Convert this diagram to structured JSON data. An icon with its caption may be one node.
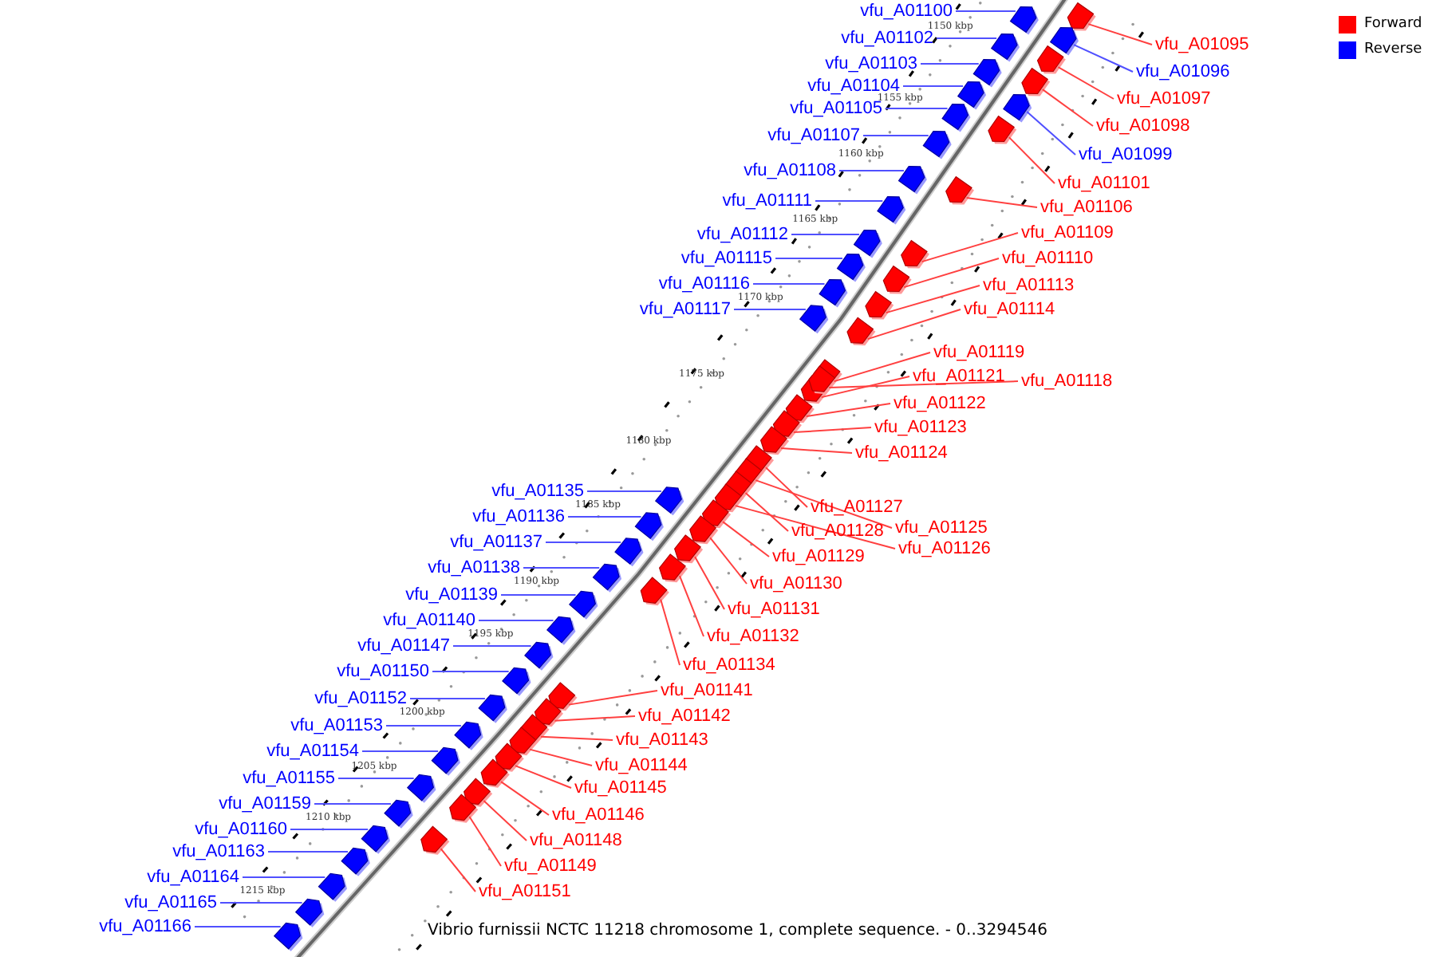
{
  "diagram": {
    "caption": "Vibrio furnissii NCTC 11218 chromosome 1, complete sequence. - 0..3294546",
    "nodes": [
      {
        "text": [
          "vfu_A01100"
        ]
      },
      {
        "text": [
          "vfu_A01102"
        ]
      },
      {
        "text": [
          "vfu_A01095"
        ]
      },
      {
        "text": [
          "vfu_A01103"
        ]
      },
      {
        "text": [
          "vfu_A01096"
        ]
      },
      {
        "text": [
          "vfu_A01104"
        ]
      },
      {
        "text": [
          "vfu_A01097"
        ]
      },
      {
        "text": [
          "vfu_A01105"
        ]
      },
      {
        "text": [
          "vfu_A01098"
        ]
      },
      {
        "text": [
          "vfu_A01107"
        ]
      },
      {
        "text": [
          "vfu_A01099"
        ]
      },
      {
        "text": [
          "vfu_A01108"
        ]
      },
      {
        "text": [
          "vfu_A01101"
        ]
      },
      {
        "text": [
          "vfu_A01111"
        ]
      },
      {
        "text": [
          "vfu_A01106"
        ]
      },
      {
        "text": [
          "vfu_A01109"
        ]
      },
      {
        "text": [
          "vfu_A01112"
        ]
      },
      {
        "text": [
          "vfu_A01110"
        ]
      },
      {
        "text": [
          "vfu_A01115"
        ]
      },
      {
        "text": [
          "vfu_A01116"
        ]
      },
      {
        "text": [
          "vfu_A01113"
        ]
      },
      {
        "text": [
          "vfu_A01114"
        ]
      },
      {
        "text": [
          "vfu_A01117"
        ]
      },
      {
        "text": [
          "vfu_A01119"
        ]
      },
      {
        "text": [
          "vfu_A01121"
        ]
      },
      {
        "text": [
          "vfu_A01118"
        ]
      },
      {
        "text": [
          "vfu_A01122"
        ]
      },
      {
        "text": [
          "vfu_A01123"
        ]
      },
      {
        "text": [
          "vfu_A01124"
        ]
      },
      {
        "text": [
          "vfu_A01135"
        ]
      },
      {
        "text": [
          "vfu_A01127"
        ]
      },
      {
        "text": [
          "vfu_A01136"
        ]
      },
      {
        "text": [
          "vfu_A01125"
        ]
      },
      {
        "text": [
          "vfu_A01128"
        ]
      },
      {
        "text": [
          "vfu_A01137"
        ]
      },
      {
        "text": [
          "vfu_A01126"
        ]
      },
      {
        "text": [
          "vfu_A01129"
        ]
      },
      {
        "text": [
          "vfu_A01138"
        ]
      },
      {
        "text": [
          "vfu_A01130"
        ]
      },
      {
        "text": [
          "vfu_A01139"
        ]
      },
      {
        "text": [
          "vfu_A01131"
        ]
      },
      {
        "text": [
          "vfu_A01140"
        ]
      },
      {
        "text": [
          "vfu_A01132"
        ]
      },
      {
        "text": [
          "vfu_A01147"
        ]
      },
      {
        "text": [
          "vfu_A01134"
        ]
      },
      {
        "text": [
          "vfu_A01150"
        ]
      },
      {
        "text": [
          "vfu_A01141"
        ]
      },
      {
        "text": [
          "vfu_A01152"
        ]
      },
      {
        "text": [
          "vfu_A01142"
        ]
      },
      {
        "text": [
          "vfu_A01153"
        ]
      },
      {
        "text": [
          "vfu_A01143"
        ]
      },
      {
        "text": [
          "vfu_A01154"
        ]
      },
      {
        "text": [
          "vfu_A01144"
        ]
      },
      {
        "text": [
          "vfu_A01155"
        ]
      },
      {
        "text": [
          "vfu_A01145"
        ]
      },
      {
        "text": [
          "vfu_A01159"
        ]
      },
      {
        "text": [
          "vfu_A01146"
        ]
      },
      {
        "text": [
          "vfu_A01160"
        ]
      },
      {
        "text": [
          "vfu_A01148"
        ]
      },
      {
        "text": [
          "vfu_A01163"
        ]
      },
      {
        "text": [
          "vfu_A01149"
        ]
      },
      {
        "text": [
          "vfu_A01164"
        ]
      },
      {
        "text": [
          "vfu_A01151"
        ]
      },
      {
        "text": [
          "vfu_A01165"
        ]
      },
      {
        "text": [
          "vfu_A01166"
        ]
      },
      {
        "text": [],
        "shape": "pentagon"
      },
      {
        "text": [],
        "shape": "pentagon"
      },
      {
        "text": [],
        "shape": "pentagon"
      },
      {
        "text": [],
        "shape": "pentagon"
      },
      {
        "text": [],
        "shape": "pentagon"
      },
      {
        "text": [],
        "shape": "pentagon"
      },
      {
        "text": [],
        "shape": "pentagon"
      },
      {
        "text": [],
        "shape": "pentagon"
      },
      {
        "text": [],
        "shape": "pentagon"
      },
      {
        "text": [],
        "shape": "pentagon"
      },
      {
        "text": [],
        "shape": "pentagon"
      },
      {
        "text": [],
        "shape": "pentagon"
      },
      {
        "text": [],
        "shape": "pentagon"
      },
      {
        "text": [],
        "shape": "pentagon"
      },
      {
        "text": [],
        "shape": "pentagon"
      },
      {
        "text": [],
        "shape": "pentagon"
      },
      {
        "text": [],
        "shape": "pentagon"
      },
      {
        "text": [],
        "shape": "pentagon"
      },
      {
        "text": [],
        "shape": "pentagon"
      },
      {
        "text": [],
        "shape": "pentagon"
      },
      {
        "text": [],
        "shape": "pentagon"
      },
      {
        "text": [],
        "shape": "pentagon"
      },
      {
        "text": [],
        "shape": "pentagon"
      },
      {
        "text": [],
        "shape": "pentagon"
      },
      {
        "text": [],
        "shape": "pentagon"
      },
      {
        "text": [],
        "shape": "pentagon"
      },
      {
        "text": [],
        "shape": "pentagon"
      },
      {
        "text": [],
        "shape": "pentagon"
      },
      {
        "text": [],
        "shape": "pentagon"
      },
      {
        "text": [],
        "shape": "pentagon"
      },
      {
        "text": [],
        "shape": "pentagon"
      },
      {
        "text": [],
        "shape": "pentagon"
      },
      {
        "text": [],
        "shape": "pentagon"
      },
      {
        "text": [],
        "shape": "pentagon"
      },
      {
        "text": [],
        "shape": "pentagon"
      },
      {
        "text": [],
        "shape": "pentagon"
      },
      {
        "text": [],
        "shape": "pentagon"
      },
      {
        "text": [],
        "shape": "pentagon"
      },
      {
        "text": [],
        "shape": "pentagon"
      },
      {
        "text": [],
        "shape": "pentagon"
      },
      {
        "text": [],
        "shape": "pentagon"
      },
      {
        "text": [],
        "shape": "pentagon"
      },
      {
        "text": [],
        "shape": "pentagon"
      },
      {
        "text": [],
        "shape": "pentagon"
      },
      {
        "text": [],
        "shape": "pentagon"
      },
      {
        "text": [],
        "shape": "pentagon"
      },
      {
        "text": [],
        "shape": "pentagon"
      },
      {
        "text": [],
        "shape": "pentagon"
      },
      {
        "text": [],
        "shape": "pentagon"
      },
      {
        "text": [],
        "shape": "pentagon"
      },
      {
        "text": [],
        "shape": "pentagon"
      },
      {
        "text": [],
        "shape": "pentagon"
      },
      {
        "text": [],
        "shape": "pentagon"
      },
      {
        "text": [],
        "shape": "pentagon"
      },
      {
        "text": [],
        "shape": "pentagon"
      },
      {
        "text": [],
        "shape": "pentagon"
      },
      {
        "text": [],
        "shape": "pentagon"
      },
      {
        "text": [],
        "shape": "pentagon"
      },
      {
        "text": [],
        "shape": "pentagon"
      },
      {
        "text": [],
        "shape": "pentagon"
      },
      {
        "text": [],
        "shape": "pentagon"
      },
      {
        "text": [],
        "shape": "pentagon"
      },
      {
        "text": [],
        "shape": "pentagon"
      },
      {
        "text": [],
        "shape": "pentagon"
      },
      {
        "text": [],
        "shape": "pentagon"
      }
    ],
    "edges": [
      {
        "from": 0,
        "to": 65,
        "arrow": "none",
        "color": "#5050ff"
      },
      {
        "from": 1,
        "to": 66,
        "arrow": "none",
        "color": "#5050ff"
      },
      {
        "from": 2,
        "to": 67,
        "arrow": "none"
      },
      {
        "from": 3,
        "to": 68,
        "arrow": "none",
        "color": "#5050ff"
      },
      {
        "from": 4,
        "to": 69,
        "arrow": "none",
        "color": "#5050ff"
      },
      {
        "from": 5,
        "to": 70,
        "arrow": "none",
        "color": "#5050ff"
      },
      {
        "from": 6,
        "to": 71,
        "arrow": "none"
      },
      {
        "from": 7,
        "to": 72,
        "arrow": "none",
        "color": "#5050ff"
      },
      {
        "from": 8,
        "to": 73,
        "arrow": "none"
      },
      {
        "from": 9,
        "to": 74,
        "arrow": "none",
        "color": "#5050ff"
      },
      {
        "from": 10,
        "to": 75,
        "arrow": "none",
        "color": "#5050ff"
      },
      {
        "from": 11,
        "to": 76,
        "arrow": "none",
        "color": "#5050ff"
      },
      {
        "from": 12,
        "to": 77,
        "arrow": "none"
      },
      {
        "from": 13,
        "to": 78,
        "arrow": "none",
        "color": "#5050ff"
      },
      {
        "from": 14,
        "to": 79,
        "arrow": "none"
      },
      {
        "from": 15,
        "to": 80,
        "arrow": "none"
      },
      {
        "from": 16,
        "to": 81,
        "arrow": "none",
        "color": "#5050ff"
      },
      {
        "from": 17,
        "to": 82,
        "arrow": "none"
      },
      {
        "from": 18,
        "to": 83,
        "arrow": "none",
        "color": "#5050ff"
      },
      {
        "from": 19,
        "to": 84,
        "arrow": "none",
        "color": "#5050ff"
      },
      {
        "from": 20,
        "to": 85,
        "arrow": "none"
      },
      {
        "from": 21,
        "to": 86,
        "arrow": "none"
      },
      {
        "from": 22,
        "to": 87,
        "arrow": "none",
        "color": "#5050ff"
      },
      {
        "from": 23,
        "to": 88,
        "arrow": "none"
      },
      {
        "from": 24,
        "to": 89,
        "arrow": "none"
      },
      {
        "from": 25,
        "to": 90,
        "arrow": "none"
      },
      {
        "from": 26,
        "to": 91,
        "arrow": "none"
      },
      {
        "from": 27,
        "to": 92,
        "arrow": "none"
      },
      {
        "from": 28,
        "to": 93,
        "arrow": "none"
      },
      {
        "from": 29,
        "to": 94,
        "arrow": "none",
        "color": "#5050ff"
      },
      {
        "from": 30,
        "to": 95,
        "arrow": "none"
      },
      {
        "from": 31,
        "to": 96,
        "arrow": "none",
        "color": "#5050ff"
      },
      {
        "from": 32,
        "to": 97,
        "arrow": "none"
      },
      {
        "from": 33,
        "to": 98,
        "arrow": "none"
      },
      {
        "from": 34,
        "to": 99,
        "arrow": "none",
        "color": "#5050ff"
      },
      {
        "from": 35,
        "to": 100,
        "arrow": "none"
      },
      {
        "from": 36,
        "to": 101,
        "arrow": "none"
      },
      {
        "from": 37,
        "to": 102,
        "arrow": "none",
        "color": "#5050ff"
      },
      {
        "from": 38,
        "to": 103,
        "arrow": "none"
      },
      {
        "from": 39,
        "to": 104,
        "arrow": "none",
        "color": "#5050ff"
      },
      {
        "from": 40,
        "to": 105,
        "arrow": "none"
      },
      {
        "from": 41,
        "to": 106,
        "arrow": "none",
        "color": "#5050ff"
      },
      {
        "from": 42,
        "to": 107,
        "arrow": "none"
      },
      {
        "from": 43,
        "to": 108,
        "arrow": "none",
        "color": "#5050ff"
      },
      {
        "from": 44,
        "to": 109,
        "arrow": "none"
      },
      {
        "from": 45,
        "to": 110,
        "arrow": "none",
        "color": "#5050ff"
      },
      {
        "from": 46,
        "to": 111,
        "arrow": "none"
      },
      {
        "from": 47,
        "to": 112,
        "arrow": "none",
        "color": "#5050ff"
      },
      {
        "from": 48,
        "to": 113,
        "arrow": "none"
      },
      {
        "from": 49,
        "to": 114,
        "arrow": "none",
        "color": "#5050ff"
      },
      {
        "from": 50,
        "to": 115,
        "arrow": "none"
      },
      {
        "from": 51,
        "to": 116,
        "arrow": "none",
        "color": "#5050ff"
      },
      {
        "from": 52,
        "to": 117,
        "arrow": "none"
      },
      {
        "from": 53,
        "to": 118,
        "arrow": "none",
        "color": "#5050ff"
      },
      {
        "from": 54,
        "to": 119,
        "arrow": "none"
      },
      {
        "from": 55,
        "to": 120,
        "arrow": "none",
        "color": "#5050ff"
      },
      {
        "from": 56,
        "to": 121,
        "arrow": "none"
      },
      {
        "from": 57,
        "to": 122,
        "arrow": "none",
        "color": "#5050ff"
      },
      {
        "from": 58,
        "to": 123,
        "arrow": "none"
      },
      {
        "from": 59,
        "to": 124,
        "arrow": "none",
        "color": "#5050ff"
      },
      {
        "from": 60,
        "to": 125,
        "arrow": "none"
      },
      {
        "from": 61,
        "to": 126,
        "arrow": "none",
        "color": "#5050ff"
      },
      {
        "from": 62,
        "to": 127,
        "arrow": "none"
      },
      {
        "from": 63,
        "to": 128,
        "arrow": "none",
        "color": "#5050ff"
      },
      {
        "from": 64,
        "to": 129,
        "arrow": "none",
        "color": "#5050ff"
      }
    ],
    "labels": [
      "1150 kbp",
      "1155 kbp",
      "1160 kbp",
      "1165 kbp",
      "1170 kbp",
      "1175 kbp",
      "1180 kbp",
      "1185 kbp",
      "1190 kbp",
      "1195 kbp",
      "1200 kbp",
      "1205 kbp",
      "1210 kbp",
      "1215 kbp"
    ],
    "legend": [
      {
        "text": "Forward",
        "color": "#ff0000"
      },
      {
        "text": "Reverse",
        "color": "#0000ff"
      }
    ]
  }
}
